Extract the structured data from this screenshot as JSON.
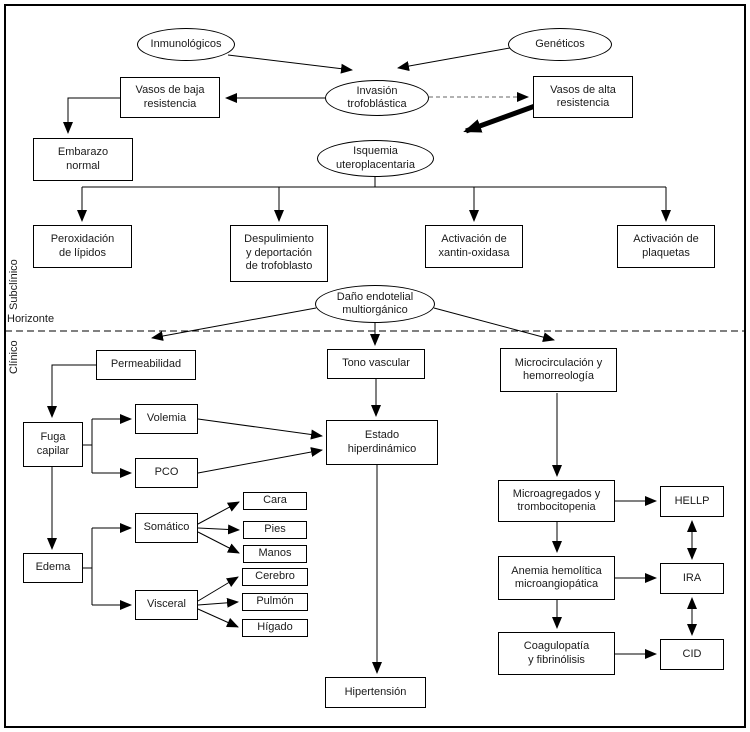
{
  "diagram": {
    "colors": {
      "line": "#000000",
      "background": "#ffffff",
      "text": "#1a1a1a"
    },
    "phase_labels": {
      "subclinico": "Subclínico",
      "horizonte": "Horizonte",
      "clinico": "Clínico"
    },
    "nodes": {
      "inmunologicos": {
        "label": "Inmunológicos",
        "shape": "ellipse"
      },
      "geneticos": {
        "label": "Genéticos",
        "shape": "ellipse"
      },
      "invasion": {
        "label": "Invasión\ntrofoblástica",
        "shape": "ellipse"
      },
      "vasos_baja": {
        "label": "Vasos de baja\nresistencia",
        "shape": "box"
      },
      "vasos_alta": {
        "label": "Vasos de alta\nresistencia",
        "shape": "box"
      },
      "embarazo": {
        "label": "Embarazo\nnormal",
        "shape": "box"
      },
      "isquemia": {
        "label": "Isquemia\nuteroplacentaria",
        "shape": "ellipse"
      },
      "peroxidacion": {
        "label": "Peroxidación\nde lípidos",
        "shape": "box"
      },
      "despulimiento": {
        "label": "Despulimiento\ny deportación\nde trofoblasto",
        "shape": "box"
      },
      "xantin": {
        "label": "Activación de\nxantin-oxidasa",
        "shape": "box"
      },
      "plaquetas": {
        "label": "Activación de\nplaquetas",
        "shape": "box"
      },
      "dano": {
        "label": "Daño endotelial\nmultiorgánico",
        "shape": "ellipse"
      },
      "permeabilidad": {
        "label": "Permeabilidad",
        "shape": "box"
      },
      "tono": {
        "label": "Tono vascular",
        "shape": "box"
      },
      "micro": {
        "label": "Microcirculación y\nhemorreología",
        "shape": "box"
      },
      "volemia": {
        "label": "Volemia",
        "shape": "box"
      },
      "fuga": {
        "label": "Fuga\ncapilar",
        "shape": "box"
      },
      "pco": {
        "label": "PCO",
        "shape": "box"
      },
      "estado": {
        "label": "Estado\nhiperdinámico",
        "shape": "box"
      },
      "somatico": {
        "label": "Somático",
        "shape": "box"
      },
      "edema": {
        "label": "Edema",
        "shape": "box"
      },
      "visceral": {
        "label": "Visceral",
        "shape": "box"
      },
      "cara": {
        "label": "Cara",
        "shape": "box"
      },
      "pies": {
        "label": "Pies",
        "shape": "box"
      },
      "manos": {
        "label": "Manos",
        "shape": "box"
      },
      "cerebro": {
        "label": "Cerebro",
        "shape": "box"
      },
      "pulmon": {
        "label": "Pulmón",
        "shape": "box"
      },
      "higado": {
        "label": "Hígado",
        "shape": "box"
      },
      "microagregados": {
        "label": "Microagregados y\ntrombocitopenia",
        "shape": "box"
      },
      "hellp": {
        "label": "HELLP",
        "shape": "box"
      },
      "anemia": {
        "label": "Anemia hemolítica\nmicroangiopática",
        "shape": "box"
      },
      "ira": {
        "label": "IRA",
        "shape": "box"
      },
      "coagulopatia": {
        "label": "Coagulopatía\ny fibrinólisis",
        "shape": "box"
      },
      "cid": {
        "label": "CID",
        "shape": "box"
      },
      "hipertension": {
        "label": "Hipertensión",
        "shape": "box"
      }
    }
  }
}
